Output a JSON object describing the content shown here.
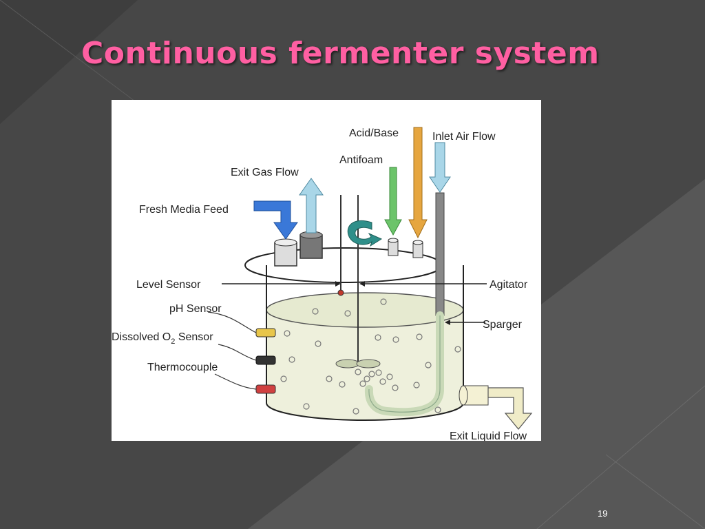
{
  "slide": {
    "title": "Continuous fermenter system",
    "page_number": "19"
  },
  "diagram": {
    "labels": {
      "acid_base": "Acid/Base",
      "inlet_air_flow": "Inlet Air Flow",
      "antifoam": "Antifoam",
      "exit_gas_flow": "Exit Gas Flow",
      "fresh_media_feed": "Fresh Media Feed",
      "level_sensor": "Level Sensor",
      "agitator": "Agitator",
      "ph_sensor": "pH Sensor",
      "dissolved_o2_sensor_a": "Dissolved O",
      "dissolved_o2_sensor_sub": "2",
      "dissolved_o2_sensor_b": " Sensor",
      "sparger": "Sparger",
      "thermocouple": "Thermocouple",
      "exit_liquid_flow": "Exit Liquid Flow"
    },
    "colors": {
      "title": "#ff5fa2",
      "liquid": "#eef0dc",
      "fresh_media_arrow": "#3a78d8",
      "exit_gas_arrow": "#a9d6e8",
      "acid_base_arrow": "#e6a640",
      "antifoam_arrow": "#6cc46a",
      "inlet_air_arrow": "#a9d6e8",
      "agitator_rotation": "#2f8f8a",
      "exit_liquid_arrow": "#f0ecc8"
    }
  }
}
